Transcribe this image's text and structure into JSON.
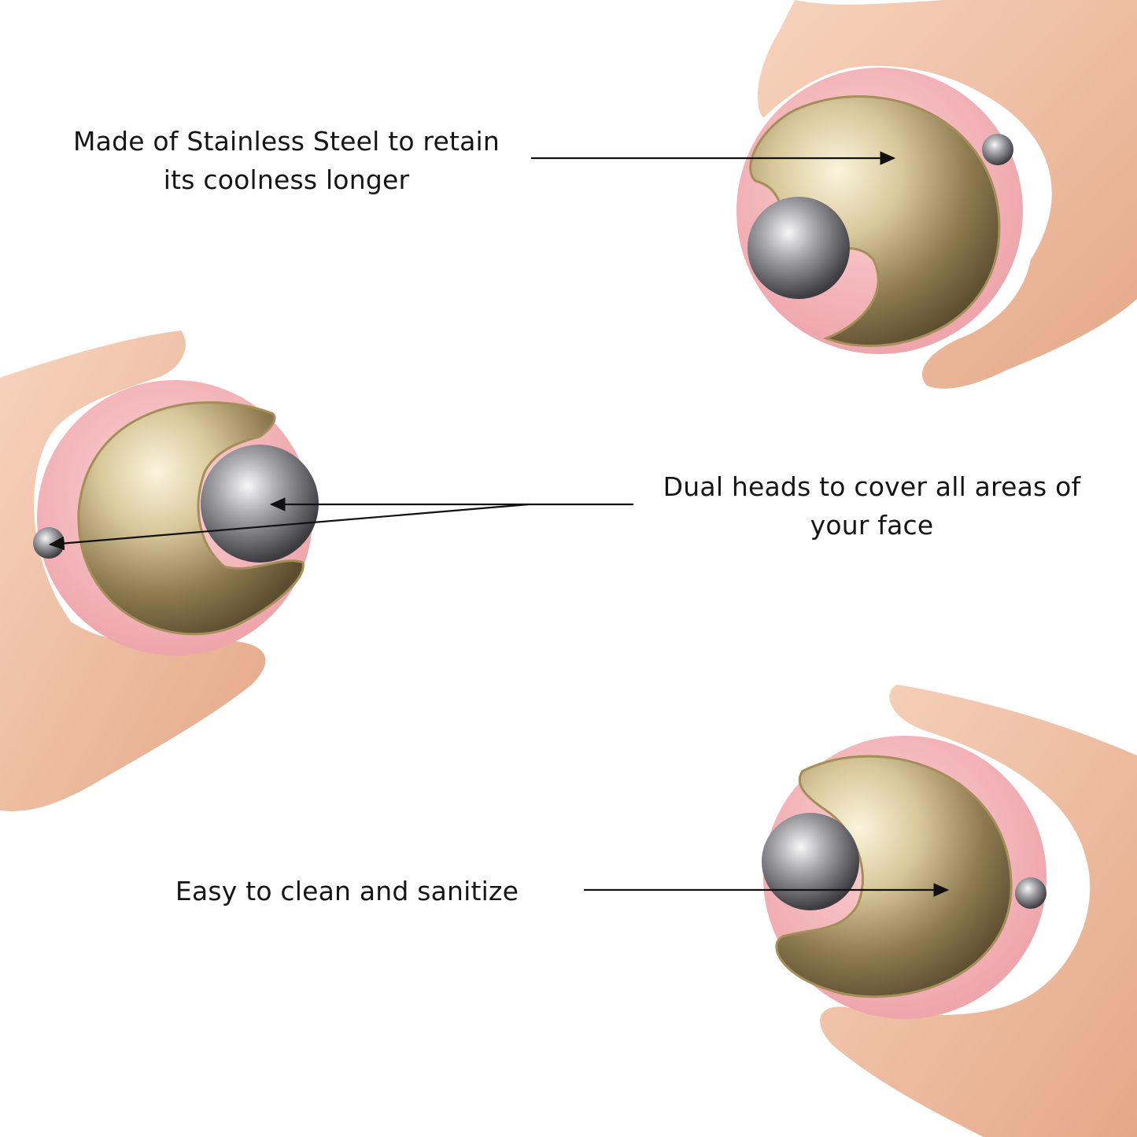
{
  "features": [
    {
      "lines": [
        "Made of Stainless Steel to retain",
        "its coolness longer"
      ]
    },
    {
      "lines": [
        "Dual heads to cover all areas of",
        "your face"
      ]
    },
    {
      "lines": [
        "Easy to clean and sanitize"
      ]
    }
  ],
  "colors": {
    "background": "#ffffff",
    "text": "#151515",
    "skin": "#f1c2a6",
    "pink_shell": "#f4b3b8",
    "gold": "#c9b98a",
    "steel": "#a9a9ad"
  },
  "icons": [
    "hand",
    "moon-roller",
    "steel-ball",
    "arrow"
  ]
}
